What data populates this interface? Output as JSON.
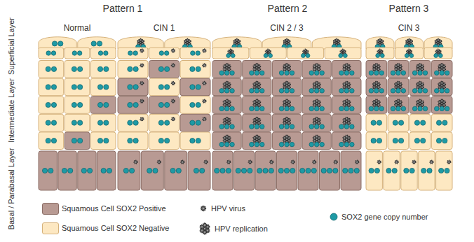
{
  "diagram": {
    "labels": [
      "Pattern 1",
      "Pattern 2",
      "Pattern 3",
      "Normal",
      "CIN 1",
      "CIN 2 / 3",
      "CIN 3",
      "Superficial Layer",
      "Intermediate Layer",
      "Basal / Parabasal Layer"
    ],
    "legend": [
      {
        "text": "Squamous Cell SOX2 Positive",
        "color": "#b89a93"
      },
      {
        "text": "Squamous Cell SOX2 Negative",
        "color": "#fde8c2"
      },
      {
        "text": "HPV virus"
      },
      {
        "text": "HPV replication"
      },
      {
        "text": "SOX2 gene copy number"
      }
    ]
  }
}
